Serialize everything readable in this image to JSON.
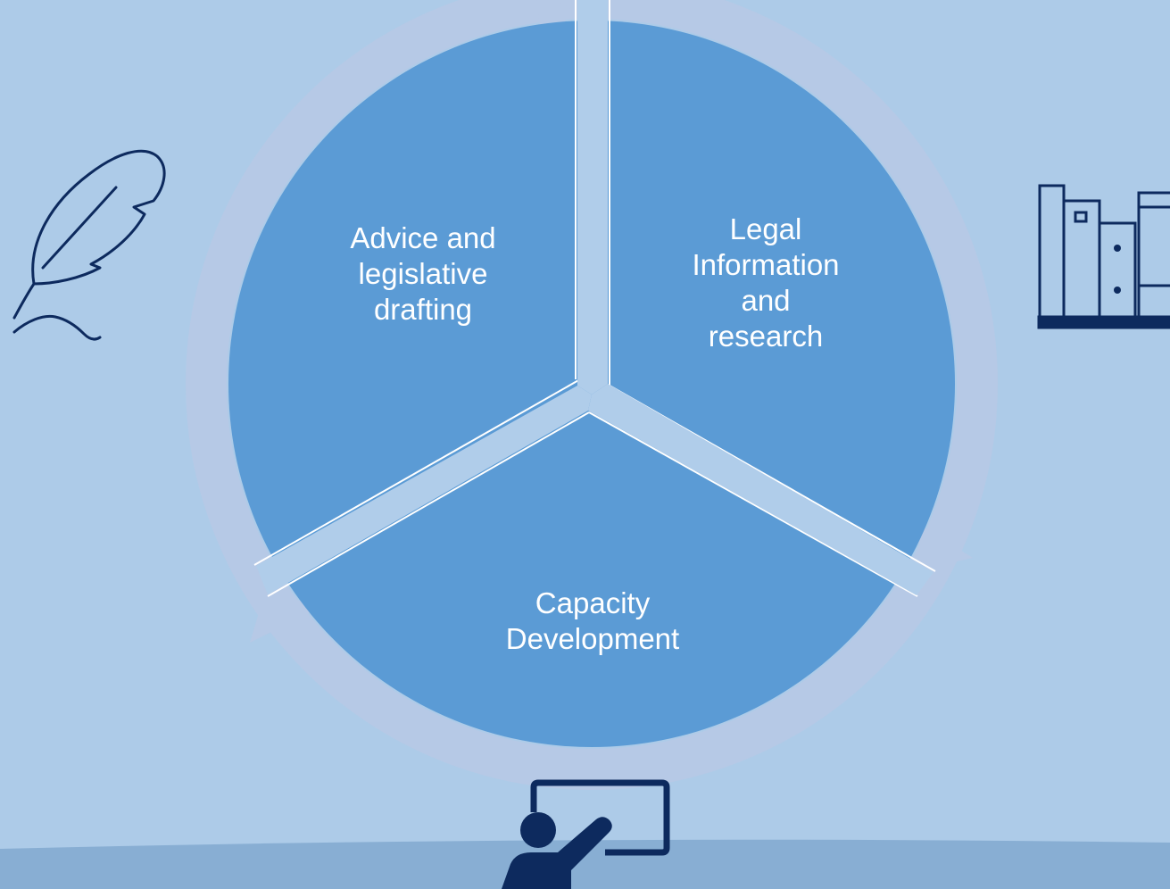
{
  "diagram": {
    "segments": [
      {
        "id": "advice",
        "lines": [
          "Advice and",
          "legislative",
          "drafting"
        ],
        "icon": "quill-pen-icon"
      },
      {
        "id": "legal",
        "lines": [
          "Legal",
          "Information",
          "and",
          "research"
        ],
        "icon": "bookshelf-icon"
      },
      {
        "id": "capacity",
        "lines": [
          "Capacity",
          "Development"
        ],
        "icon": "presenter-board-icon"
      }
    ]
  },
  "colors": {
    "background": "#adcbe8",
    "segment_fill": "#5b9bd5",
    "outer_ring": "#b6c9e6",
    "divider": "#ffffff",
    "icon_stroke": "#0d2a5e",
    "footer_band": "#88aed3"
  }
}
